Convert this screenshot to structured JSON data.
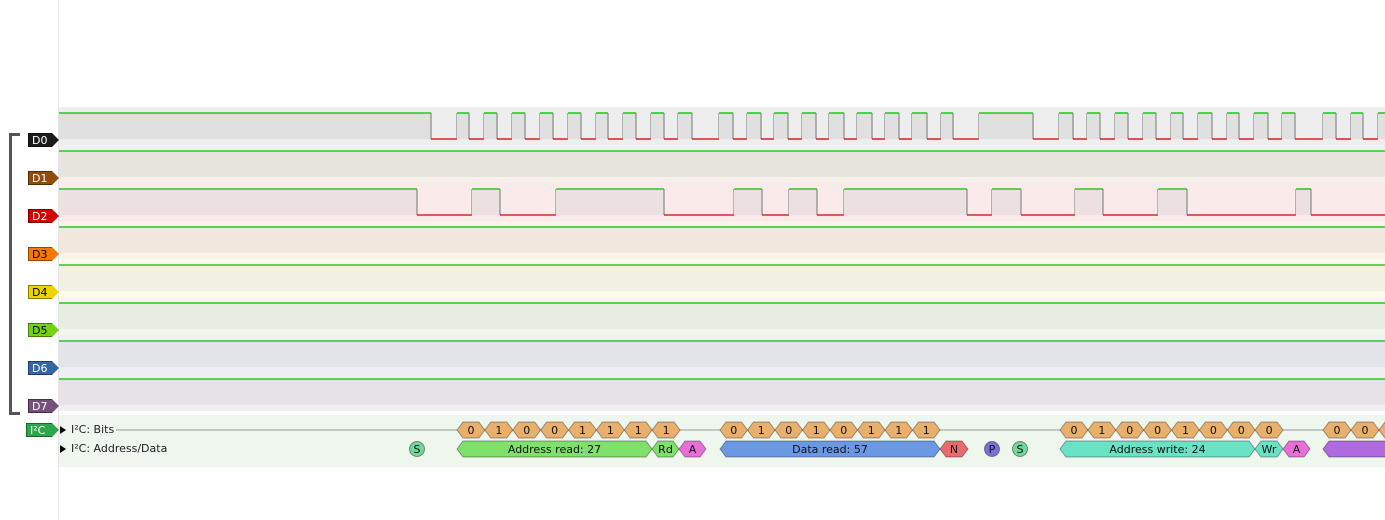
{
  "channels": [
    {
      "name": "D0",
      "color": "#1a1a1a",
      "text": "#fff",
      "band": "#e0e0e0",
      "light": "#eeeeee",
      "initial": 1,
      "edges": [
        431,
        457,
        469,
        484,
        497,
        512,
        525,
        540,
        553,
        568,
        581,
        596,
        608,
        623,
        636,
        651,
        664,
        678,
        692,
        719,
        733,
        747,
        761,
        774,
        788,
        802,
        816,
        829,
        844,
        857,
        872,
        885,
        899,
        912,
        927,
        941,
        953,
        979,
        1033,
        1059,
        1073,
        1087,
        1100,
        1115,
        1128,
        1143,
        1156,
        1171,
        1183,
        1198,
        1212,
        1227,
        1239,
        1254,
        1268,
        1282,
        1295,
        1323,
        1336,
        1351,
        1363,
        1378
      ]
    },
    {
      "name": "D1",
      "color": "#8f4c0b",
      "text": "#fff",
      "band": "#e8e5df",
      "light": "#f6f0ea",
      "initial": 1,
      "edges": []
    },
    {
      "name": "D2",
      "color": "#d40000",
      "text": "#fff",
      "band": "#ede0e0",
      "light": "#fbeaea",
      "initial": 1,
      "edges": [
        417,
        472,
        500,
        556,
        664,
        734,
        762,
        789,
        817,
        844,
        967,
        992,
        1021,
        1075,
        1103,
        1158,
        1187,
        1296,
        1311
      ]
    },
    {
      "name": "D3",
      "color": "#f57900",
      "text": "#000",
      "band": "#f1e7df",
      "light": "#fdf3ea",
      "initial": 1,
      "edges": []
    },
    {
      "name": "D4",
      "color": "#edd400",
      "text": "#000",
      "band": "#f1f0e2",
      "light": "#fdfcea",
      "initial": 1,
      "edges": []
    },
    {
      "name": "D5",
      "color": "#73d216",
      "text": "#000",
      "band": "#e7ede2",
      "light": "#f2f8ec",
      "initial": 1,
      "edges": []
    },
    {
      "name": "D6",
      "color": "#3465a4",
      "text": "#fff",
      "band": "#e2e4ea",
      "light": "#eef0f6",
      "initial": 1,
      "edges": []
    },
    {
      "name": "D7",
      "color": "#75507b",
      "text": "#fff",
      "band": "#e6e2e6",
      "light": "#f2eef2",
      "initial": 1,
      "edges": []
    }
  ],
  "decoder": {
    "label": "I²C",
    "color": "#2ba84a",
    "rows": [
      "I²C: Bits",
      "I²C: Address/Data"
    ]
  },
  "bits": [
    {
      "start": 457,
      "end": 680,
      "values": [
        "0",
        "1",
        "0",
        "0",
        "1",
        "1",
        "1",
        "1"
      ]
    },
    {
      "start": 720,
      "end": 940,
      "values": [
        "0",
        "1",
        "0",
        "1",
        "0",
        "1",
        "1",
        "1"
      ]
    },
    {
      "start": 1060,
      "end": 1283,
      "values": [
        "0",
        "1",
        "0",
        "0",
        "1",
        "0",
        "0",
        "0"
      ]
    },
    {
      "start": 1323,
      "end": 1435,
      "values": [
        "0",
        "0",
        "",
        ""
      ]
    }
  ],
  "annotations": [
    {
      "type": "circle",
      "at": 417,
      "text": "S",
      "color": "#6ed99a"
    },
    {
      "type": "hex",
      "start": 457,
      "end": 652,
      "text": "Address read: 27",
      "color": "#80e06c"
    },
    {
      "type": "hex",
      "start": 652,
      "end": 679,
      "text": "Rd",
      "color": "#80e06c"
    },
    {
      "type": "hex",
      "start": 679,
      "end": 706,
      "text": "A",
      "color": "#e86fd8"
    },
    {
      "type": "hex",
      "start": 720,
      "end": 940,
      "text": "Data read: 57",
      "color": "#6b98e3"
    },
    {
      "type": "hex",
      "start": 940,
      "end": 968,
      "text": "N",
      "color": "#e86b6b"
    },
    {
      "type": "circle",
      "at": 992,
      "text": "P",
      "color": "#7a6fe0"
    },
    {
      "type": "circle",
      "at": 1020,
      "text": "S",
      "color": "#6ed99a"
    },
    {
      "type": "hex",
      "start": 1060,
      "end": 1255,
      "text": "Address write: 24",
      "color": "#6ae2c4"
    },
    {
      "type": "hex",
      "start": 1255,
      "end": 1283,
      "text": "Wr",
      "color": "#6ae2c4"
    },
    {
      "type": "hex",
      "start": 1283,
      "end": 1310,
      "text": "A",
      "color": "#e86fd8"
    },
    {
      "type": "hex",
      "start": 1323,
      "end": 1500,
      "text": "",
      "color": "#b06be0"
    }
  ],
  "colors": {
    "high": "#00c000",
    "low": "#d00000",
    "bit": "#e8b06c"
  }
}
